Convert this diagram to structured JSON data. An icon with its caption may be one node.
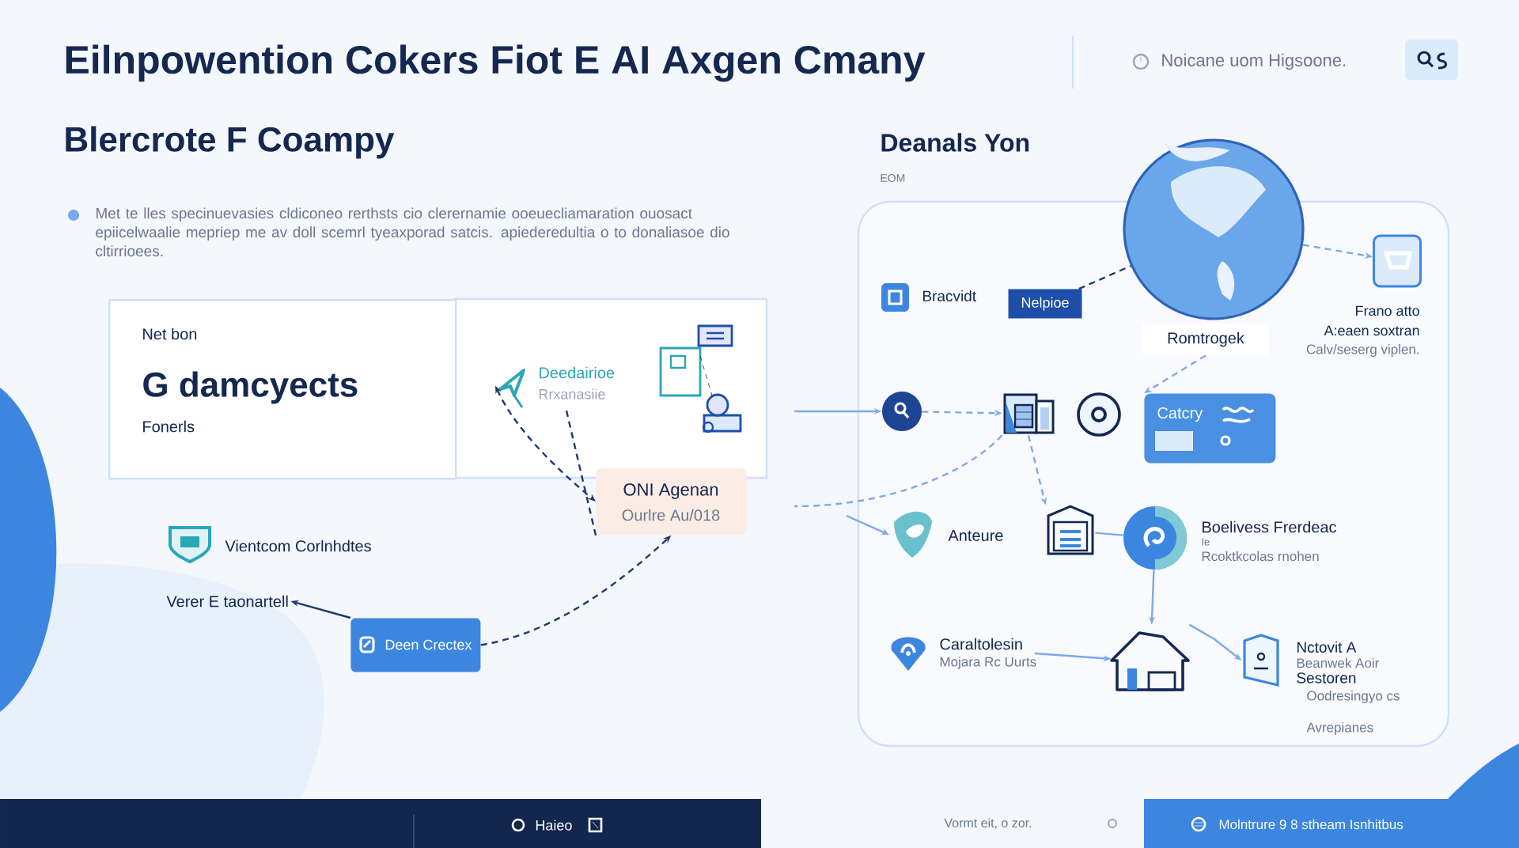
{
  "diagram": {
    "title": "Eilnpowention Cokers Fiot E AI Axgen Cmany",
    "nodes": [
      {
        "text": [
          "Net bon",
          "G damcyects",
          "Fonerls"
        ]
      },
      {
        "text": [
          "Deedairioe",
          "Rrxanasiie"
        ]
      },
      {
        "text": [
          "ONI Agenan",
          "Ourlre Au/018"
        ]
      },
      {
        "text": [
          "Verer E taonartell"
        ]
      },
      {
        "text": [
          "Deen Crectex"
        ]
      },
      {
        "text": [
          "Nelpioe"
        ]
      },
      {
        "text": [],
        "shape": "circle"
      },
      {
        "text": [
          "Romtrogek"
        ]
      },
      {
        "text": [],
        "shape": "box",
        "beside": [
          "Frano atto",
          "A:eaen soxtran",
          "Calv/seserg viplen."
        ]
      },
      {
        "text": [],
        "shape": "circle"
      },
      {
        "text": [],
        "shape": "picture"
      },
      {
        "text": [],
        "shape": "circle"
      },
      {
        "text": [
          "Catcry"
        ]
      },
      {
        "text": [
          "Anteure"
        ]
      },
      {
        "text": [],
        "shape": "picture"
      },
      {
        "text": [],
        "shape": "circle",
        "beside": [
          "Boelivess Frerdeac",
          "Ie",
          "Rcoktkcolas rnohen"
        ]
      },
      {
        "text": [
          "Caraltolesin",
          "Mojara Rc Uurts"
        ]
      },
      {
        "text": [],
        "shape": "picture"
      },
      {
        "text": [],
        "shape": "picture",
        "beside": [
          "Nctovit A",
          "Beanwek Aoir",
          "Sestoren",
          "Oodresingyo cs",
          "Avrepianes"
        ]
      }
    ],
    "edges": [
      {
        "from": 1,
        "to": 2,
        "arrow": "both",
        "style": "dashed",
        "color": "#1f3a6e"
      },
      {
        "from": 2,
        "to": 1,
        "arrow": "none",
        "style": "dashed",
        "color": "#1f3a6e"
      },
      {
        "from": 4,
        "to": 2,
        "arrow": "to",
        "style": "dashed",
        "color": "#1f3a6e"
      },
      {
        "from": 4,
        "to": 3,
        "arrow": "to",
        "color": "#1f3a6e"
      },
      {
        "from": null,
        "to": 9,
        "arrow": "to"
      },
      {
        "from": 5,
        "to": 6,
        "arrow": "none",
        "style": "dashed",
        "color": "#1f3a6e"
      },
      {
        "from": 6,
        "to": 8,
        "arrow": "to",
        "style": "dashed"
      },
      {
        "from": 7,
        "to": 12,
        "arrow": "to",
        "style": "dashed"
      },
      {
        "from": 9,
        "to": 10,
        "arrow": "to",
        "style": "dashed"
      },
      {
        "from": null,
        "to": 13,
        "arrow": "to"
      },
      {
        "from": 10,
        "to": null,
        "arrow": "none",
        "style": "dashed"
      },
      {
        "from": 10,
        "to": 14,
        "arrow": "to",
        "style": "dashed"
      },
      {
        "from": 14,
        "to": 15,
        "arrow": "none"
      },
      {
        "from": 15,
        "to": 17,
        "arrow": "to"
      },
      {
        "from": 16,
        "to": 17,
        "arrow": "to"
      },
      {
        "from": 17,
        "to": 18,
        "arrow": "to"
      }
    ],
    "labels": [
      "Noicane uom Higsoone.",
      "Blercrote F Coampy",
      "Met te lles specinuevasies cldiconeo rerthsts cio clerernamie ooeuecliamaration ouosact epiicelwaalie mepriep me av doll scemrl tyeaxporad satcis. apiederedultia o to donaliasoe dio cltirrioees.",
      "Vientcom Corlnhdtes",
      "Deanals Yon",
      "EOM",
      "Bracvidt",
      "Haieo",
      "Vormt eit, o zor.",
      "Molntrure 9 8 stheam Isnhitbus"
    ]
  }
}
